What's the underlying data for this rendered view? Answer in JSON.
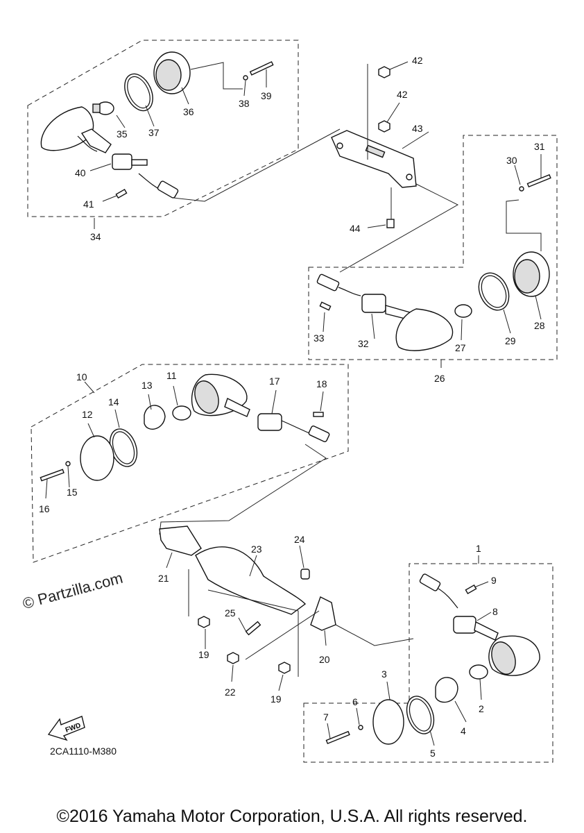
{
  "watermark": "© Partzilla.com",
  "diagram_code": "2CA1110-M380",
  "fwd_label": "FWD",
  "copyright": "©2016 Yamaha Motor Corporation, U.S.A. All rights reserved.",
  "callouts": {
    "c1": "1",
    "c2": "2",
    "c3": "3",
    "c4": "4",
    "c5": "5",
    "c6": "6",
    "c7": "7",
    "c8": "8",
    "c9": "9",
    "c10": "10",
    "c11": "11",
    "c12": "12",
    "c13": "13",
    "c14": "14",
    "c15": "15",
    "c16": "16",
    "c17": "17",
    "c18": "18",
    "c19a": "19",
    "c19b": "19",
    "c20": "20",
    "c21": "21",
    "c22": "22",
    "c23": "23",
    "c24": "24",
    "c25": "25",
    "c26": "26",
    "c27": "27",
    "c28": "28",
    "c29": "29",
    "c30": "30",
    "c31": "31",
    "c32": "32",
    "c33": "33",
    "c34": "34",
    "c35": "35",
    "c36": "36",
    "c37": "37",
    "c38": "38",
    "c39": "39",
    "c40": "40",
    "c41": "41",
    "c42a": "42",
    "c42b": "42",
    "c43": "43",
    "c44": "44"
  }
}
